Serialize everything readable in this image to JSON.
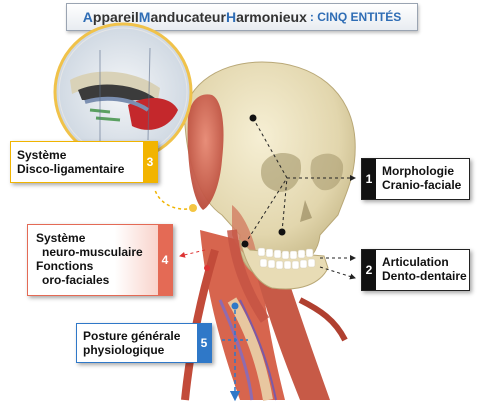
{
  "title": {
    "A": "A",
    "ppareil": "ppareil ",
    "M": "M",
    "anducateur": "anducateur ",
    "H": "H",
    "armonieux": "armonieux",
    "suffix": ": CINQ ENTITÉS"
  },
  "entities": [
    {
      "number": "1",
      "line1": "Morphologie",
      "line2": "Cranio-faciale",
      "color": "#111111"
    },
    {
      "number": "2",
      "line1": "Articulation",
      "line2": "Dento-dentaire",
      "color": "#111111"
    },
    {
      "number": "3",
      "line1": "Système",
      "line2": "Disco-ligamentaire",
      "color": "#f2b400"
    },
    {
      "number": "4",
      "line1": "Système",
      "line2": "neuro-musculaire",
      "line3": "Fonctions",
      "line4": "oro-faciales",
      "color": "#e46a55"
    },
    {
      "number": "5",
      "line1": "Posture générale",
      "line2": "physiologique",
      "color": "#2f78c8"
    }
  ]
}
